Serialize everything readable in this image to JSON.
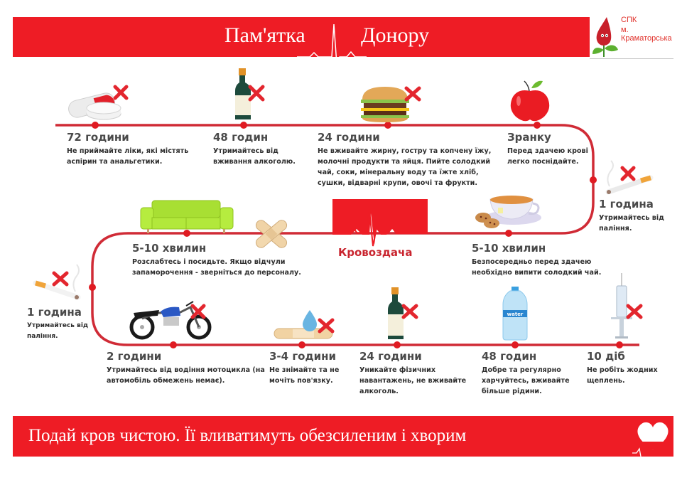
{
  "header": {
    "title_left": "Пам'ятка",
    "title_right": "Донору",
    "logo": {
      "line1": "СПК",
      "line2": "м. Краматорська"
    }
  },
  "colors": {
    "accent": "#ee1c25",
    "path": "#d02b36",
    "dot": "#e01b22",
    "cross": "#e3262e"
  },
  "steps": [
    {
      "id": "s1",
      "title": "72 години",
      "desc": "Не приймайте ліки, які містять аспірин та анальгетики.",
      "icon": "pills-icon",
      "forbidden": true
    },
    {
      "id": "s2",
      "title": "48 годин",
      "desc": "Утримайтесь від вживання алкоголю.",
      "icon": "wine-bottle-icon",
      "forbidden": true
    },
    {
      "id": "s3",
      "title": "24 години",
      "desc": "Не вживайте жирну, гостру та копчену їжу, молочні продукти та яйця. Пийте солодкий чай, соки, мінеральну воду та їжте хліб, сушки, відварні крупи, овочі та фрукти.",
      "icon": "burger-icon",
      "forbidden": true
    },
    {
      "id": "s4",
      "title": "Зранку",
      "desc": "Перед здачею крові легко поснідайте.",
      "icon": "apple-icon",
      "forbidden": false
    },
    {
      "id": "s5",
      "title": "1 година",
      "desc": "Утримайтесь від паління.",
      "icon": "cigarette-icon",
      "forbidden": true
    },
    {
      "id": "s6",
      "title": "5-10 хвилин",
      "desc": "Безпосередньо перед здачею необхідно випити солодкий чай.",
      "icon": "tea-cup-icon",
      "forbidden": false
    },
    {
      "id": "s7",
      "title": "5-10 хвилин",
      "desc": "Розслабтесь і посидьте. Якщо відчули запаморочення - зверніться до персоналу.",
      "icon": "sofa-icon",
      "forbidden": false
    },
    {
      "id": "s8",
      "title": "1 година",
      "desc": "Утримайтесь від паління.",
      "icon": "cigarette-icon",
      "forbidden": true
    },
    {
      "id": "s9",
      "title": "2 години",
      "desc": "Утримайтесь від водіння мотоцикла (на автомобіль обмежень немає).",
      "icon": "motorcycle-icon",
      "forbidden": true
    },
    {
      "id": "s10",
      "title": "3-4 години",
      "desc": "Не знімайте та не мочіть пов'язку.",
      "icon": "bandage-water-icon",
      "forbidden": true
    },
    {
      "id": "s11",
      "title": "24 години",
      "desc": "Уникайте фізичних навантажень, не вживайте алкоголь.",
      "icon": "wine-bottle-icon",
      "forbidden": true
    },
    {
      "id": "s12",
      "title": "48 годин",
      "desc": "Добре та регулярно харчуйтесь, вживайте більше рідини.",
      "icon": "water-bottle-icon",
      "forbidden": false
    },
    {
      "id": "s13",
      "title": "10 діб",
      "desc": "Не робіть жодних щеплень.",
      "icon": "syringe-icon",
      "forbidden": true
    }
  ],
  "center": {
    "label": "Кровоздача",
    "icon": "blood-bag-pulse-icon"
  },
  "water_label": "water",
  "footer": {
    "text": "Подай кров чистою. Її вливатимуть обезсиленим і хворим",
    "icon": "heart-icon"
  }
}
